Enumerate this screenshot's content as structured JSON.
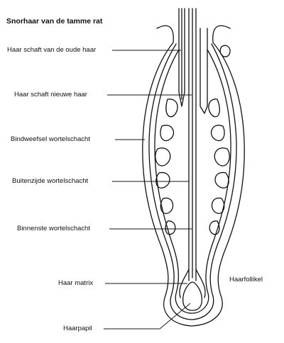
{
  "title": "Snorhaar van de tamme rat",
  "labels": {
    "haar_schaft_oud": "Haar schaft van de oude haar",
    "haar_schaft_nieuw": "Haar schaft nieuwe haar",
    "bindweefsel": "Bindweefsel wortelschacht",
    "buitenzijde": "Buitenzijde wortelschacht",
    "binnenste": "Binnenste wortelschacht",
    "haar_matrix": "Haar matrix",
    "haarpapil": "Haarpapil",
    "haarfollikel": "Haarfollikel"
  }
}
